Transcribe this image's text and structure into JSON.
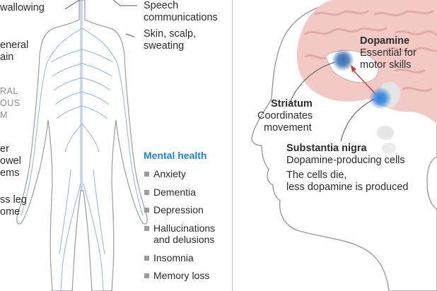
{
  "left_panel": {
    "labels": {
      "swallowing": "wallowing",
      "general_pain": [
        "eneral",
        "ain"
      ],
      "nervous_system": [
        "RAL",
        "OUS",
        "M"
      ],
      "bowel": [
        "er",
        "owel",
        "ems"
      ],
      "restless_leg": [
        "ss leg",
        "ome"
      ],
      "speech": [
        "Speech",
        "communications"
      ],
      "skin": [
        "Skin, scalp,",
        "sweating"
      ]
    },
    "mental_health": {
      "title": "Mental health",
      "items": [
        "Anxiety",
        "Dementia",
        "Depression",
        "Hallucinations\nand delusions",
        "Insomnia",
        "Memory loss"
      ]
    }
  },
  "right_panel": {
    "dopamine": {
      "title": "Dopamine",
      "desc": [
        "Essential for",
        "motor skills"
      ]
    },
    "striatum": {
      "title": "Striatum",
      "desc": [
        "Coordinates",
        "movement"
      ]
    },
    "substantia_nigra": {
      "title": "Substantia nigra",
      "desc": "Dopamine-producing cells",
      "note": [
        "The cells die,",
        "less dopamine is produced"
      ]
    }
  },
  "colors": {
    "accent": "#1a8ac6",
    "brain": "#f2c9c4",
    "brain_fold": "#e2aaa3",
    "nerve": "#8fb6d9",
    "body_outline": "#9a9a9a",
    "arrow": "#d32f2f"
  }
}
